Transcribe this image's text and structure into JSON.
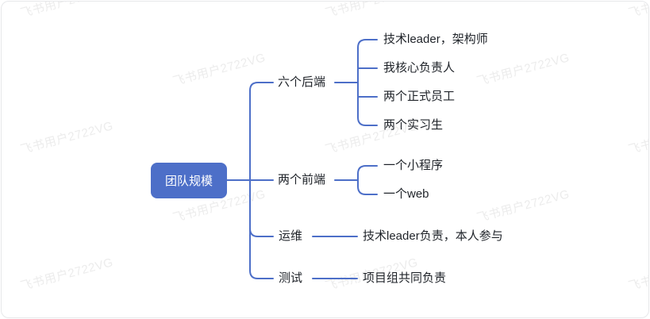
{
  "watermark": {
    "text": "飞书用户2722VG"
  },
  "colors": {
    "accent": "#4d6fc8",
    "node_text": "#1f2329",
    "watermark": "#ececec",
    "card_border": "#e7e8ea"
  },
  "mindmap": {
    "root": {
      "label": "团队规模"
    },
    "branches": [
      {
        "label": "六个后端",
        "children": [
          "技术leader，架构师",
          "我核心负责人",
          "两个正式员工",
          "两个实习生"
        ]
      },
      {
        "label": "两个前端",
        "children": [
          "一个小程序",
          "一个web"
        ]
      },
      {
        "label": "运维",
        "children": [
          "技术leader负责，本人参与"
        ]
      },
      {
        "label": "测试",
        "children": [
          "项目组共同负责"
        ]
      }
    ]
  }
}
